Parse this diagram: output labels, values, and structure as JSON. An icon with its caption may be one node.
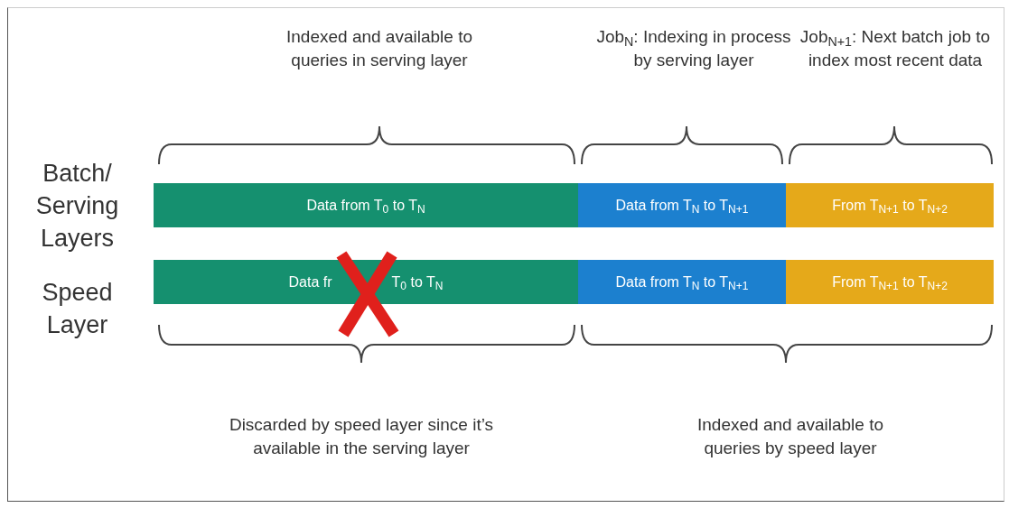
{
  "diagram": {
    "nodes": [
      {
        "text": [
          "Data from T$_{0}$ to T$_{N}$"
        ]
      },
      {
        "text": [
          "Data from T$_{N}$ to T$_{N+1}$"
        ]
      },
      {
        "text": [
          "From T$_{N+1}$ to T$_{N+2}$"
        ]
      },
      {
        "text": [
          "Data fr",
          "T$_{0}$ to T$_{N}$"
        ]
      },
      {
        "text": [
          "Data from T$_{N}$ to T$_{N+1}$"
        ]
      },
      {
        "text": [
          "From T$_{N+1}$ to T$_{N+2}$"
        ]
      }
    ],
    "edges": [],
    "labels": [
      "Indexed and available to queries in serving layer",
      "Job$_{N}$: Indexing in process by serving layer",
      "Job$_{N+1}$: Next batch job to index most recent data",
      "Batch/ Serving Layers",
      "Speed Layer",
      "Discarded by speed layer since it’s available in the serving layer",
      "Indexed and available to queries by speed layer"
    ]
  }
}
